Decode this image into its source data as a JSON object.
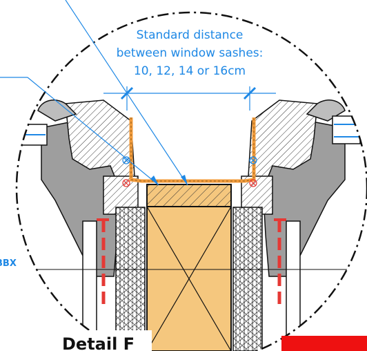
{
  "annotation": {
    "line1": "Standard distance",
    "line2": "between window sashes:",
    "line3": "10, 12, 14 or 16cm"
  },
  "side_label": "BBX",
  "detail_title": "Detail F",
  "colors": {
    "annotation_blue": "#1e88e5",
    "frame_gray": "#9e9e9e",
    "wood_tan": "#f5c77e",
    "flashing_orange": "#f39c3c",
    "seal_red": "#e53935",
    "accent_red": "#ee1111",
    "outline": "#111111"
  }
}
